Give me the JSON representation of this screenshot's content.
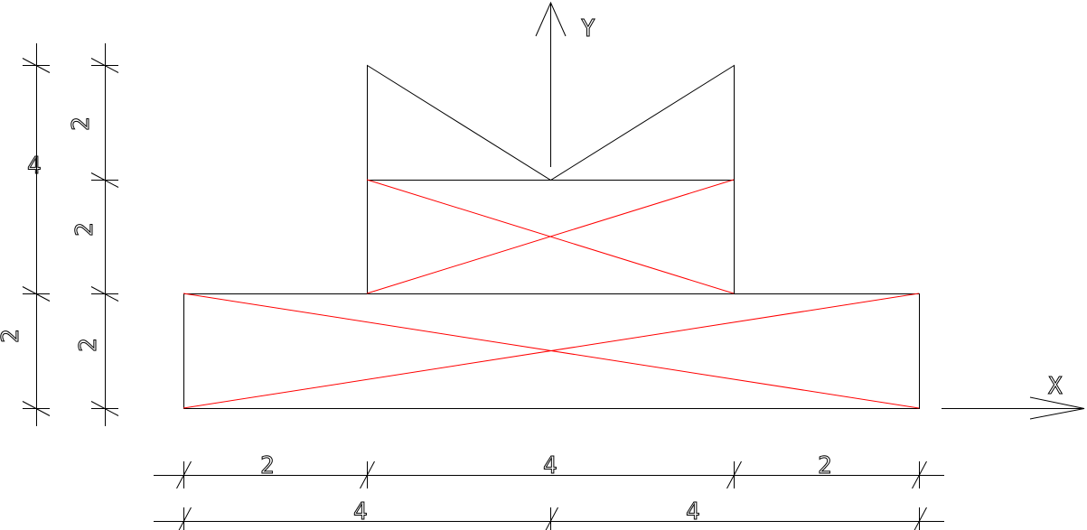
{
  "axes": {
    "x_label": "X",
    "y_label": "Y"
  },
  "dimensions": {
    "left_outer": [
      "4",
      "2"
    ],
    "left_inner": [
      "2",
      "2",
      "2"
    ],
    "bottom_row1": [
      "2",
      "4",
      "2"
    ],
    "bottom_row2": [
      "4",
      "4"
    ]
  },
  "colors": {
    "outline": "#000000",
    "diagonals": "#ff0000"
  }
}
